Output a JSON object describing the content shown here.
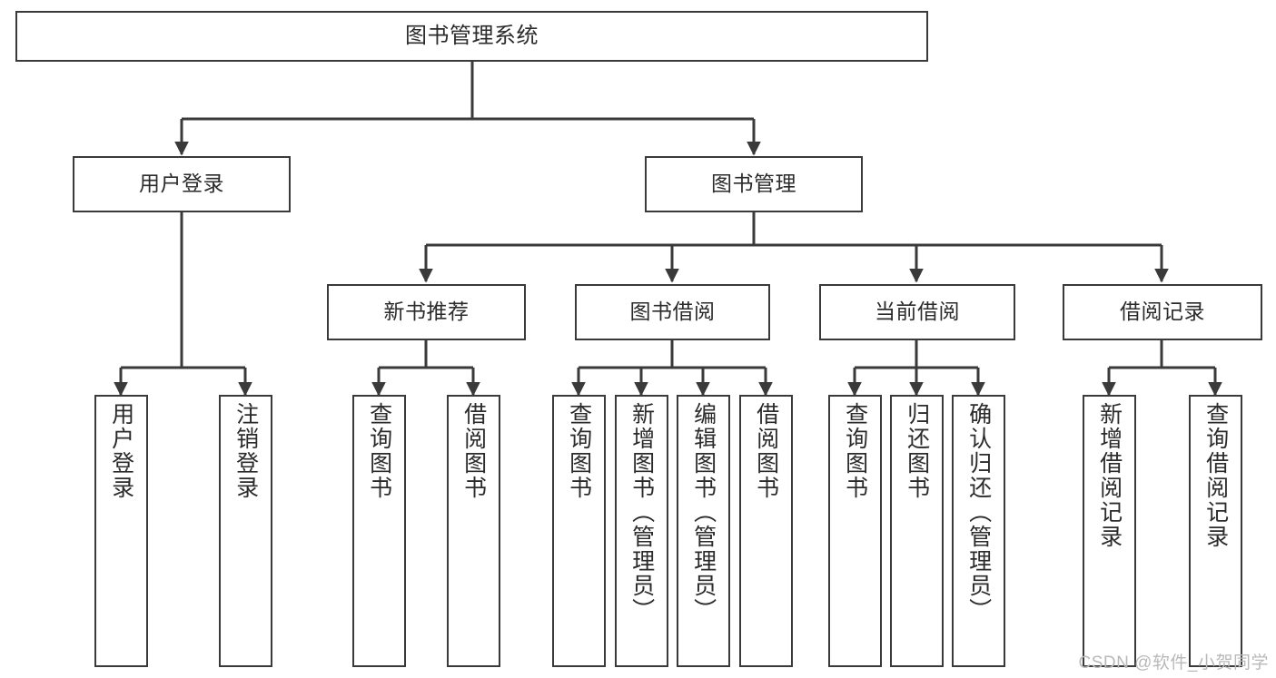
{
  "diagram": {
    "title": "图书管理系统",
    "type": "tree-hierarchy-chart",
    "colors": {
      "border": "#3a3a3a",
      "fill": "#ffffff",
      "text": "#2b2b2b",
      "connector": "#3a3a3a",
      "watermark": "#b9b9b9"
    },
    "nodes": {
      "root": {
        "label": "图书管理系统"
      },
      "level2": [
        {
          "label": "用户登录"
        },
        {
          "label": "图书管理"
        }
      ],
      "level3": [
        {
          "label": "新书推荐"
        },
        {
          "label": "图书借阅"
        },
        {
          "label": "当前借阅"
        },
        {
          "label": "借阅记录"
        }
      ],
      "leaves": {
        "user_login": [
          {
            "label": "用户登录"
          },
          {
            "label": "注销登录"
          }
        ],
        "new_book_recommend": [
          {
            "label": "查询图书"
          },
          {
            "label": "借阅图书"
          }
        ],
        "book_borrow": [
          {
            "label": "查询图书"
          },
          {
            "label": "新增图书（管理员）"
          },
          {
            "label": "编辑图书（管理员）"
          },
          {
            "label": "借阅图书"
          }
        ],
        "current_borrow": [
          {
            "label": "查询图书"
          },
          {
            "label": "归还图书"
          },
          {
            "label": "确认归还（管理员）"
          }
        ],
        "borrow_record": [
          {
            "label": "新增借阅记录"
          },
          {
            "label": "查询借阅记录"
          }
        ]
      }
    },
    "watermark": "CSDN @软件_小贺同学"
  }
}
